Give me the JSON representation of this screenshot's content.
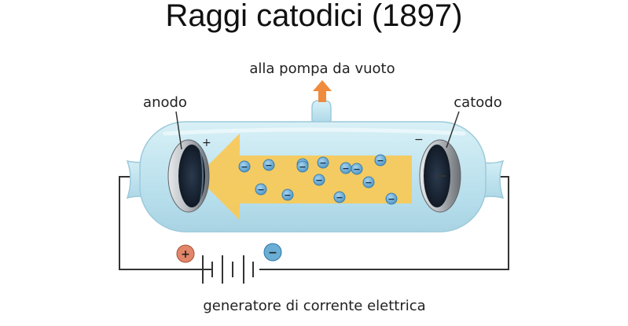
{
  "title": "Raggi catodici (1897)",
  "labels": {
    "pump": "alla pompa da vuoto",
    "anode": "anodo",
    "cathode": "catodo",
    "generator": "generatore di corrente elettrica"
  },
  "signs": {
    "anode_sign": "+",
    "cathode_sign": "−",
    "battery_positive": "+",
    "battery_negative": "−",
    "electron_symbol": "−"
  },
  "electron_count": 14,
  "colors": {
    "tube_glass": "#bfe3ee",
    "beam": "#f7c95a",
    "pump_arrow": "#f08a3c",
    "electron": "#6aaed6",
    "positive_terminal": "#e2866a",
    "negative_terminal": "#6aaed6",
    "wire": "#333333"
  }
}
